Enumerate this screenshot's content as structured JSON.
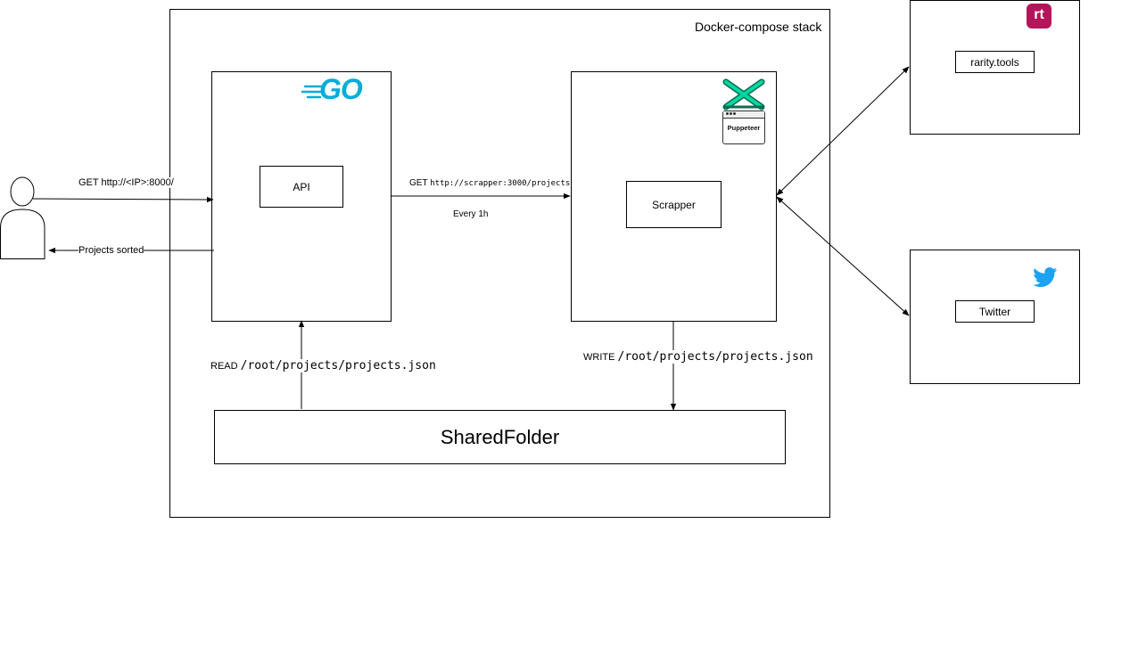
{
  "stack": {
    "title": "Docker-compose stack"
  },
  "api": {
    "label": "API",
    "logo_text": "GO",
    "logo_color": "#00ADD8"
  },
  "scrapper": {
    "label": "Scrapper",
    "logo_text": "Puppeteer",
    "logo_color": "#00D8A2"
  },
  "shared": {
    "label": "SharedFolder"
  },
  "rarity": {
    "label": "rarity.tools",
    "logo_text": "rt",
    "logo_color": "#B3145A"
  },
  "twitter": {
    "label": "Twitter",
    "logo_color": "#1DA1F2"
  },
  "edges": {
    "user_request_prefix": "GET ",
    "user_request_url": "http://<IP>:8000/",
    "user_response": "Projects sorted",
    "api_to_scrapper_prefix": "GET ",
    "api_to_scrapper_url": "http://scrapper:3000/projects",
    "schedule": "Every 1h",
    "read_prefix": "READ ",
    "read_path": "/root/projects/projects.json",
    "write_prefix": "WRITE ",
    "write_path": "/root/projects/projects.json"
  }
}
